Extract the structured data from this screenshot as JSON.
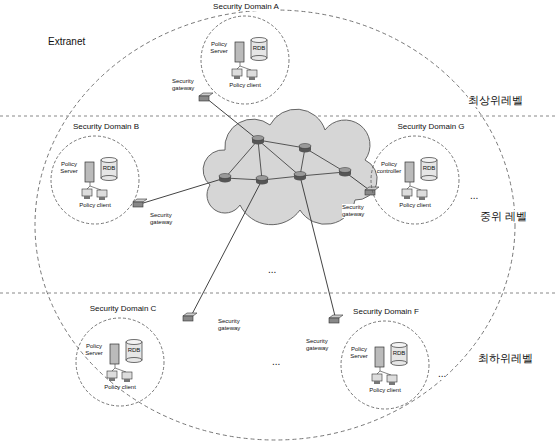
{
  "diagram": {
    "nodes": [
      {
        "text": [
          "Security Domain A",
          "Policy Server",
          "RDB",
          "Policy client"
        ]
      },
      {
        "text": [
          "Security Domain B",
          "Policy Server",
          "RDB",
          "Policy client"
        ]
      },
      {
        "text": [
          "Security Domain G",
          "Policy controller",
          "RDB",
          "Policy client"
        ]
      },
      {
        "text": [
          "Security Domain C",
          "Policy Server",
          "RDB",
          "Policy client"
        ]
      },
      {
        "text": [
          "Security Domain F",
          "Policy Server",
          "RDB",
          "Policy client"
        ]
      }
    ],
    "labels": [
      "Extranet",
      "Security gateway",
      "최상위레벨",
      "Security gateway",
      "Security gateway",
      "중위 레벨",
      "...",
      "...",
      "최하위레벨",
      "Security gateway",
      "...",
      "Security gateway",
      "..."
    ]
  }
}
